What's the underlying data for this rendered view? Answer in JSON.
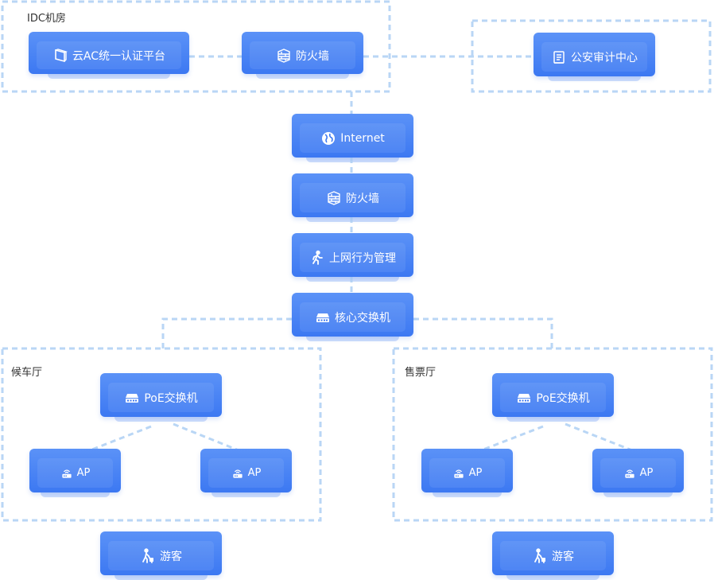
{
  "zones": {
    "idc": "IDC机房",
    "waiting_hall": "候车厅",
    "ticket_hall": "售票厅"
  },
  "nodes": {
    "cloud_ac": "云AC统一认证平台",
    "idc_firewall": "防火墙",
    "police_audit": "公安审计中心",
    "internet": "Internet",
    "firewall": "防火墙",
    "behavior_mgmt": "上网行为管理",
    "core_switch": "核心交换机",
    "left_poe": "PoE交换机",
    "left_ap1": "AP",
    "left_ap2": "AP",
    "right_poe": "PoE交换机",
    "right_ap1": "AP",
    "right_ap2": "AP",
    "left_visitor": "游客",
    "right_visitor": "游客"
  },
  "icons": {
    "cloud_ac": "ac-device-icon",
    "firewall": "firewall-icon",
    "police_audit": "audit-book-icon",
    "internet": "globe-icon",
    "behavior_mgmt": "walking-person-icon",
    "switch": "switch-icon",
    "ap": "router-icon",
    "visitor": "traveler-icon"
  },
  "colors": {
    "node": "#3C78F2",
    "node_light": "#5B92F7",
    "dashed_line": "#B9D6F5",
    "label_text": "#333333"
  }
}
